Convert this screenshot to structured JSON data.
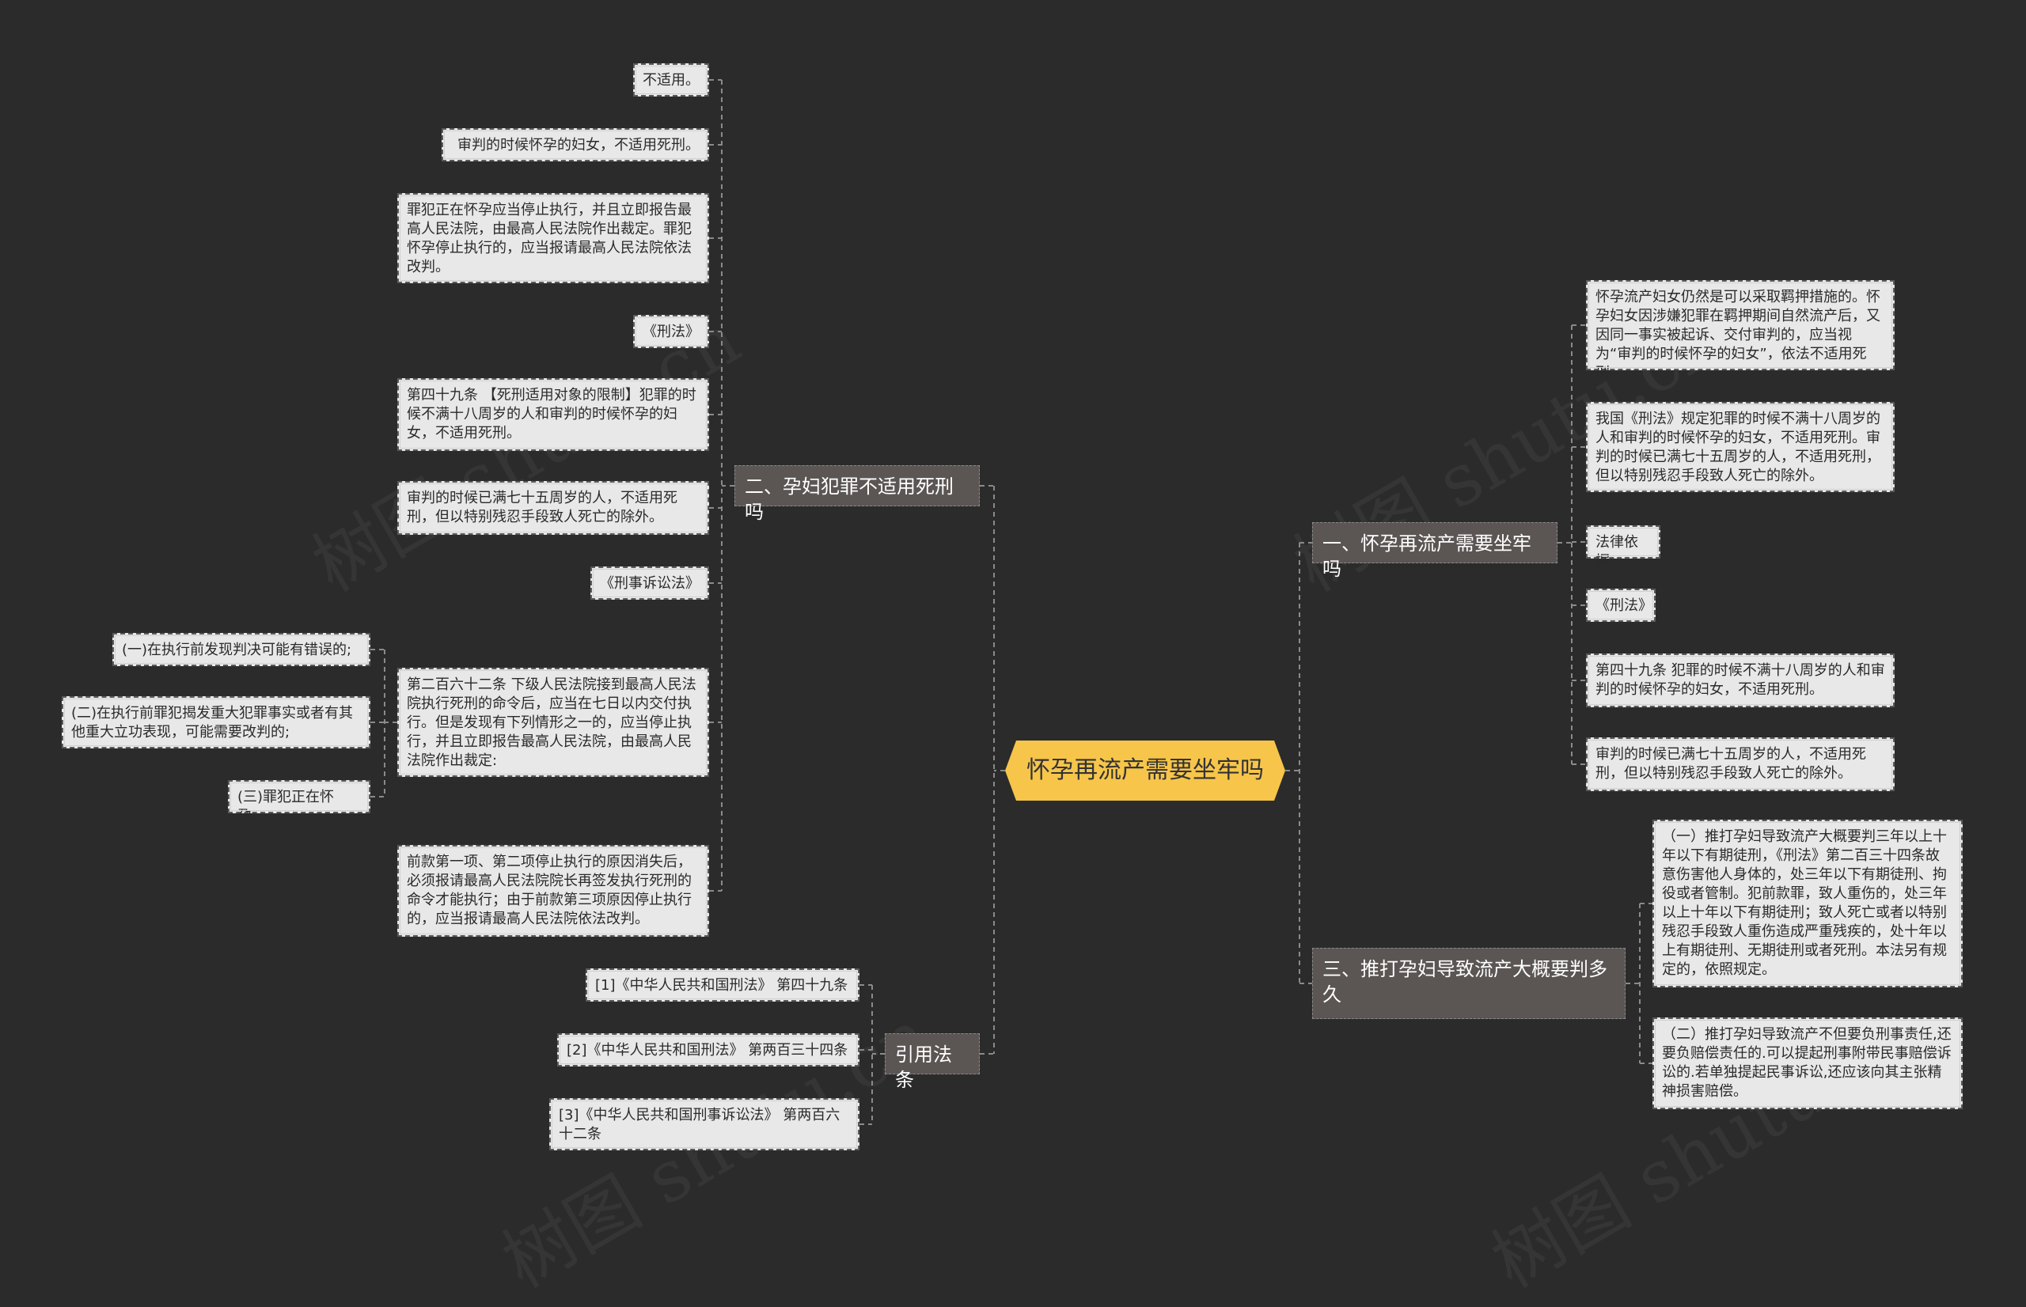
{
  "center": {
    "label": "怀孕再流产需要坐牢吗"
  },
  "branches": {
    "b1": "一、怀孕再流产需要坐牢吗",
    "b2": "二、孕妇犯罪不适用死刑吗",
    "b3": "三、推打孕妇导致流产大概要判多久",
    "b4": "引用法条"
  },
  "leaves": {
    "b1_1": "怀孕流产妇女仍然是可以采取羁押措施的。怀孕妇女因涉嫌犯罪在羁押期间自然流产后，又因同一事实被起诉、交付审判的，应当视为“审判的时候怀孕的妇女”，依法不适用死刑。",
    "b1_2": "我国《刑法》规定犯罪的时候不满十八周岁的人和审判的时候怀孕的妇女，不适用死刑。审判的时候已满七十五周岁的人，不适用死刑，但以特别残忍手段致人死亡的除外。",
    "b1_3": "法律依据",
    "b1_4": "《刑法》",
    "b1_5": "第四十九条 犯罪的时候不满十八周岁的人和审判的时候怀孕的妇女，不适用死刑。",
    "b1_6": "审判的时候已满七十五周岁的人，不适用死刑，但以特别残忍手段致人死亡的除外。",
    "b2_1": "不适用。",
    "b2_2": "审判的时候怀孕的妇女，不适用死刑。",
    "b2_3": "罪犯正在怀孕应当停止执行，并且立即报告最高人民法院，由最高人民法院作出裁定。罪犯怀孕停止执行的，应当报请最高人民法院依法改判。",
    "b2_4": "《刑法》",
    "b2_5": "第四十九条 【死刑适用对象的限制】犯罪的时候不满十八周岁的人和审判的时候怀孕的妇女，不适用死刑。",
    "b2_6": "审判的时候已满七十五周岁的人，不适用死刑，但以特别残忍手段致人死亡的除外。",
    "b2_7": "《刑事诉讼法》",
    "b2_8": "第二百六十二条 下级人民法院接到最高人民法院执行死刑的命令后，应当在七日以内交付执行。但是发现有下列情形之一的，应当停止执行，并且立即报告最高人民法院，由最高人民法院作出裁定:",
    "b2_8_1": "(一)在执行前发现判决可能有错误的;",
    "b2_8_2": "(二)在执行前罪犯揭发重大犯罪事实或者有其他重大立功表现，可能需要改判的;",
    "b2_8_3": "(三)罪犯正在怀孕。",
    "b2_9": "前款第一项、第二项停止执行的原因消失后，必须报请最高人民法院院长再签发执行死刑的命令才能执行；由于前款第三项原因停止执行的，应当报请最高人民法院依法改判。",
    "b3_1": "（一）推打孕妇导致流产大概要判三年以上十年以下有期徒刑，《刑法》第二百三十四条故意伤害他人身体的，处三年以下有期徒刑、拘役或者管制。犯前款罪，致人重伤的，处三年以上十年以下有期徒刑；致人死亡或者以特别残忍手段致人重伤造成严重残疾的，处十年以上有期徒刑、无期徒刑或者死刑。本法另有规定的，依照规定。",
    "b3_2": "（二）推打孕妇导致流产不但要负刑事责任,还要负赔偿责任的.可以提起刑事附带民事赔偿诉讼的.若单独提起民事诉讼,还应该向其主张精神损害赔偿。",
    "b4_1": "[1]《中华人民共和国刑法》 第四十九条",
    "b4_2": "[2]《中华人民共和国刑法》 第两百三十四条",
    "b4_3": "[3]《中华人民共和国刑事诉讼法》 第两百六十二条"
  },
  "watermark": "树图 shutu.cn",
  "colors": {
    "background": "#2b2b2b",
    "center": "#f6c54a",
    "branch": "#5b5654",
    "leaf": "#e8e8e8",
    "connector": "#8a8a8a"
  }
}
